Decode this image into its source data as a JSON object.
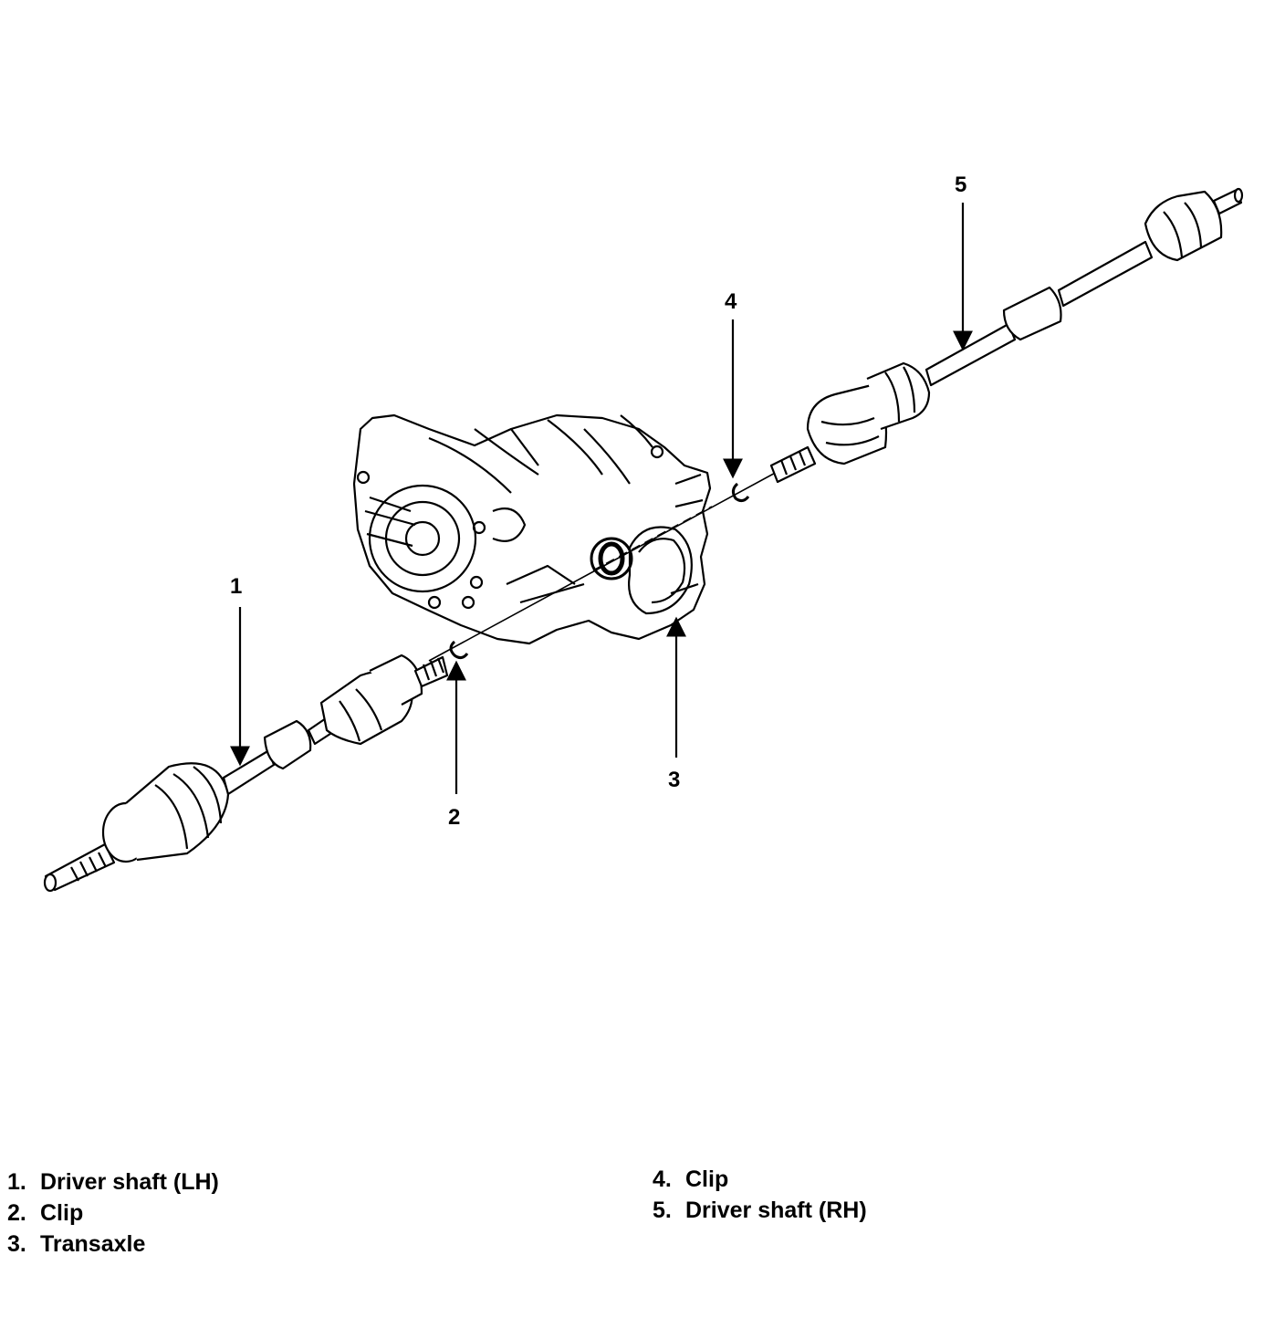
{
  "callouts": {
    "c1": "1",
    "c2": "2",
    "c3": "3",
    "c4": "4",
    "c5": "5"
  },
  "legend": {
    "left": [
      {
        "num": "1.",
        "label": "Driver shaft (LH)"
      },
      {
        "num": "2.",
        "label": "Clip"
      },
      {
        "num": "3.",
        "label": "Transaxle"
      }
    ],
    "right": [
      {
        "num": "4.",
        "label": "Clip"
      },
      {
        "num": "5.",
        "label": "Driver shaft (RH)"
      }
    ]
  }
}
